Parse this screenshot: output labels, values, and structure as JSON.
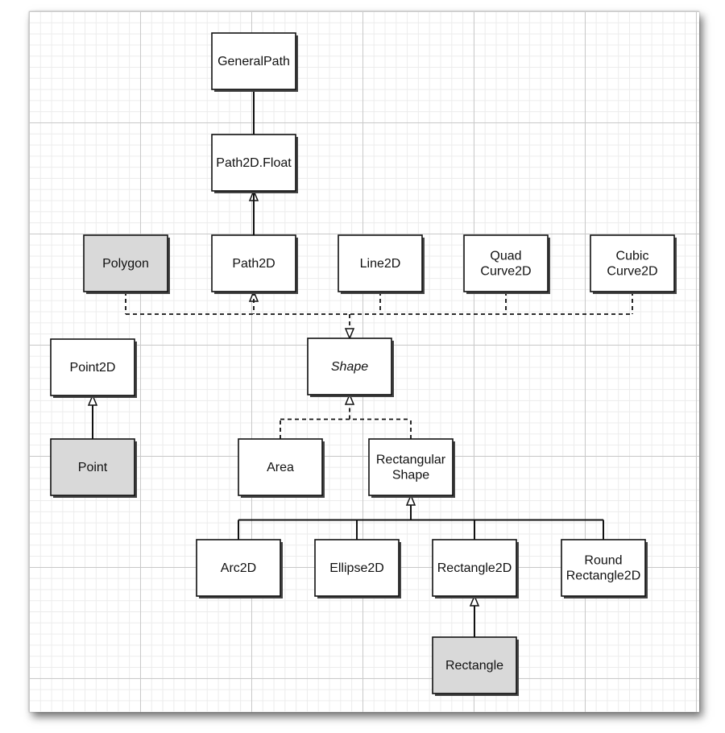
{
  "colors": {
    "class_fill": "#ffffff",
    "legacy_fill": "#d9d9d9",
    "line": "#111111"
  },
  "nodes": [
    {
      "id": "generalpath",
      "lines": [
        "GeneralPath"
      ],
      "style": "plain"
    },
    {
      "id": "path2d-float",
      "lines": [
        "Path2D.Float"
      ],
      "style": "plain"
    },
    {
      "id": "polygon",
      "lines": [
        "Polygon"
      ],
      "style": "legacy"
    },
    {
      "id": "path2d",
      "lines": [
        "Path2D"
      ],
      "style": "plain"
    },
    {
      "id": "line2d",
      "lines": [
        "Line2D"
      ],
      "style": "plain"
    },
    {
      "id": "quadcurve2d",
      "lines": [
        "Quad",
        "Curve2D"
      ],
      "style": "plain"
    },
    {
      "id": "cubiccurve2d",
      "lines": [
        "Cubic",
        "Curve2D"
      ],
      "style": "plain"
    },
    {
      "id": "shape",
      "lines": [
        "Shape"
      ],
      "style": "interface"
    },
    {
      "id": "point2d",
      "lines": [
        "Point2D"
      ],
      "style": "plain"
    },
    {
      "id": "point",
      "lines": [
        "Point"
      ],
      "style": "legacy"
    },
    {
      "id": "area",
      "lines": [
        "Area"
      ],
      "style": "plain"
    },
    {
      "id": "rectangularshape",
      "lines": [
        "Rectangular",
        "Shape"
      ],
      "style": "plain"
    },
    {
      "id": "arc2d",
      "lines": [
        "Arc2D"
      ],
      "style": "plain"
    },
    {
      "id": "ellipse2d",
      "lines": [
        "Ellipse2D"
      ],
      "style": "plain"
    },
    {
      "id": "rectangle2d",
      "lines": [
        "Rectangle2D"
      ],
      "style": "plain"
    },
    {
      "id": "roundrectangle2d",
      "lines": [
        "Round",
        "Rectangle2D"
      ],
      "style": "plain"
    },
    {
      "id": "rectangle",
      "lines": [
        "Rectangle"
      ],
      "style": "legacy"
    }
  ],
  "edges": [
    {
      "from": "generalpath",
      "to": "path2d-float",
      "kind": "extends"
    },
    {
      "from": "path2d-float",
      "to": "path2d",
      "kind": "extends"
    },
    {
      "from": [
        "polygon",
        "path2d",
        "line2d",
        "quadcurve2d",
        "cubiccurve2d"
      ],
      "to": "shape",
      "kind": "implements"
    },
    {
      "from": [
        "area",
        "rectangularshape"
      ],
      "to": "shape",
      "kind": "implements"
    },
    {
      "from": "point",
      "to": "point2d",
      "kind": "extends"
    },
    {
      "from": [
        "arc2d",
        "ellipse2d",
        "rectangle2d",
        "roundrectangle2d"
      ],
      "to": "rectangularshape",
      "kind": "extends"
    },
    {
      "from": "rectangle",
      "to": "rectangle2d",
      "kind": "extends"
    }
  ]
}
